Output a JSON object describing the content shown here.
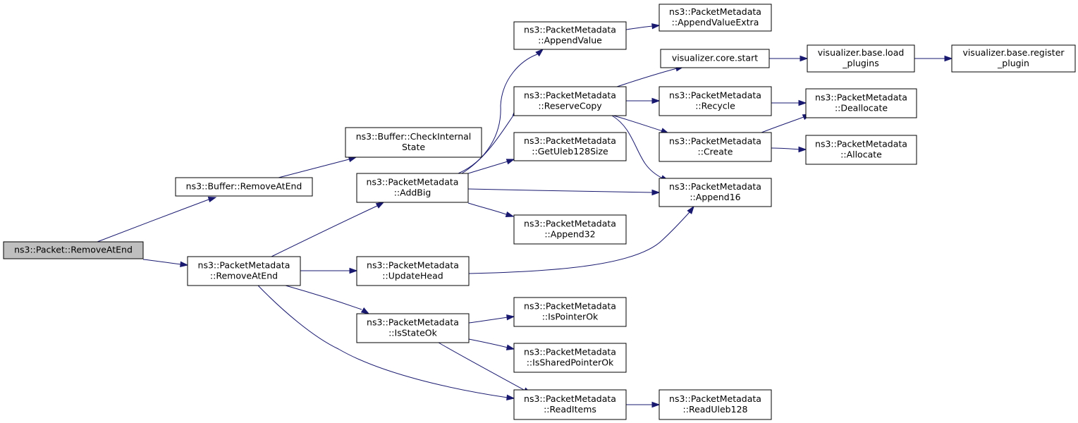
{
  "diagram": {
    "type": "call-graph",
    "colors": {
      "edge": "#191970",
      "root_fill": "#bfbfbf",
      "node_fill": "#ffffff",
      "border": "#000000"
    },
    "nodes": [
      {
        "id": "root",
        "lines": [
          "ns3::Packet::RemoveAtEnd"
        ],
        "root": true
      },
      {
        "id": "buf_remove",
        "lines": [
          "ns3::Buffer::RemoveAtEnd"
        ]
      },
      {
        "id": "buf_check",
        "lines": [
          "ns3::Buffer::CheckInternal",
          "State"
        ]
      },
      {
        "id": "pm_remove",
        "lines": [
          "ns3::PacketMetadata",
          "::RemoveAtEnd"
        ]
      },
      {
        "id": "pm_addbig",
        "lines": [
          "ns3::PacketMetadata",
          "::AddBig"
        ]
      },
      {
        "id": "pm_updatehead",
        "lines": [
          "ns3::PacketMetadata",
          "::UpdateHead"
        ]
      },
      {
        "id": "pm_isstateok",
        "lines": [
          "ns3::PacketMetadata",
          "::IsStateOk"
        ]
      },
      {
        "id": "pm_appendvalue",
        "lines": [
          "ns3::PacketMetadata",
          "::AppendValue"
        ]
      },
      {
        "id": "pm_reservecopy",
        "lines": [
          "ns3::PacketMetadata",
          "::ReserveCopy"
        ]
      },
      {
        "id": "pm_getuleb",
        "lines": [
          "ns3::PacketMetadata",
          "::GetUleb128Size"
        ]
      },
      {
        "id": "pm_append32",
        "lines": [
          "ns3::PacketMetadata",
          "::Append32"
        ]
      },
      {
        "id": "pm_ispointerok",
        "lines": [
          "ns3::PacketMetadata",
          "::IsPointerOk"
        ]
      },
      {
        "id": "pm_issharedok",
        "lines": [
          "ns3::PacketMetadata",
          "::IsSharedPointerOk"
        ]
      },
      {
        "id": "pm_readitems",
        "lines": [
          "ns3::PacketMetadata",
          "::ReadItems"
        ]
      },
      {
        "id": "pm_appendvalueextra",
        "lines": [
          "ns3::PacketMetadata",
          "::AppendValueExtra"
        ]
      },
      {
        "id": "vis_core_start",
        "lines": [
          "visualizer.core.start"
        ]
      },
      {
        "id": "pm_recycle",
        "lines": [
          "ns3::PacketMetadata",
          "::Recycle"
        ]
      },
      {
        "id": "pm_create",
        "lines": [
          "ns3::PacketMetadata",
          "::Create"
        ]
      },
      {
        "id": "pm_append16",
        "lines": [
          "ns3::PacketMetadata",
          "::Append16"
        ]
      },
      {
        "id": "pm_readuleb",
        "lines": [
          "ns3::PacketMetadata",
          "::ReadUleb128"
        ]
      },
      {
        "id": "vis_load_plugins",
        "lines": [
          "visualizer.base.load",
          "_plugins"
        ]
      },
      {
        "id": "pm_deallocate",
        "lines": [
          "ns3::PacketMetadata",
          "::Deallocate"
        ]
      },
      {
        "id": "pm_allocate",
        "lines": [
          "ns3::PacketMetadata",
          "::Allocate"
        ]
      },
      {
        "id": "vis_register_plugin",
        "lines": [
          "visualizer.base.register",
          "_plugin"
        ]
      }
    ],
    "edges": [
      {
        "from": "root",
        "to": "buf_remove"
      },
      {
        "from": "root",
        "to": "pm_remove"
      },
      {
        "from": "buf_remove",
        "to": "buf_check"
      },
      {
        "from": "pm_remove",
        "to": "pm_addbig"
      },
      {
        "from": "pm_remove",
        "to": "pm_updatehead"
      },
      {
        "from": "pm_remove",
        "to": "pm_isstateok"
      },
      {
        "from": "pm_remove",
        "to": "pm_readitems"
      },
      {
        "from": "pm_addbig",
        "to": "pm_appendvalue"
      },
      {
        "from": "pm_addbig",
        "to": "pm_reservecopy"
      },
      {
        "from": "pm_addbig",
        "to": "pm_getuleb"
      },
      {
        "from": "pm_addbig",
        "to": "pm_append16"
      },
      {
        "from": "pm_addbig",
        "to": "pm_append32"
      },
      {
        "from": "pm_appendvalue",
        "to": "pm_appendvalueextra"
      },
      {
        "from": "pm_reservecopy",
        "to": "vis_core_start"
      },
      {
        "from": "pm_reservecopy",
        "to": "pm_recycle"
      },
      {
        "from": "pm_reservecopy",
        "to": "pm_create"
      },
      {
        "from": "pm_reservecopy",
        "to": "pm_append16"
      },
      {
        "from": "vis_core_start",
        "to": "vis_load_plugins"
      },
      {
        "from": "vis_load_plugins",
        "to": "vis_register_plugin"
      },
      {
        "from": "pm_recycle",
        "to": "pm_deallocate"
      },
      {
        "from": "pm_create",
        "to": "pm_deallocate"
      },
      {
        "from": "pm_create",
        "to": "pm_allocate"
      },
      {
        "from": "pm_updatehead",
        "to": "pm_append16"
      },
      {
        "from": "pm_isstateok",
        "to": "pm_ispointerok"
      },
      {
        "from": "pm_isstateok",
        "to": "pm_issharedok"
      },
      {
        "from": "pm_isstateok",
        "to": "pm_readitems"
      },
      {
        "from": "pm_readitems",
        "to": "pm_readuleb"
      }
    ]
  }
}
